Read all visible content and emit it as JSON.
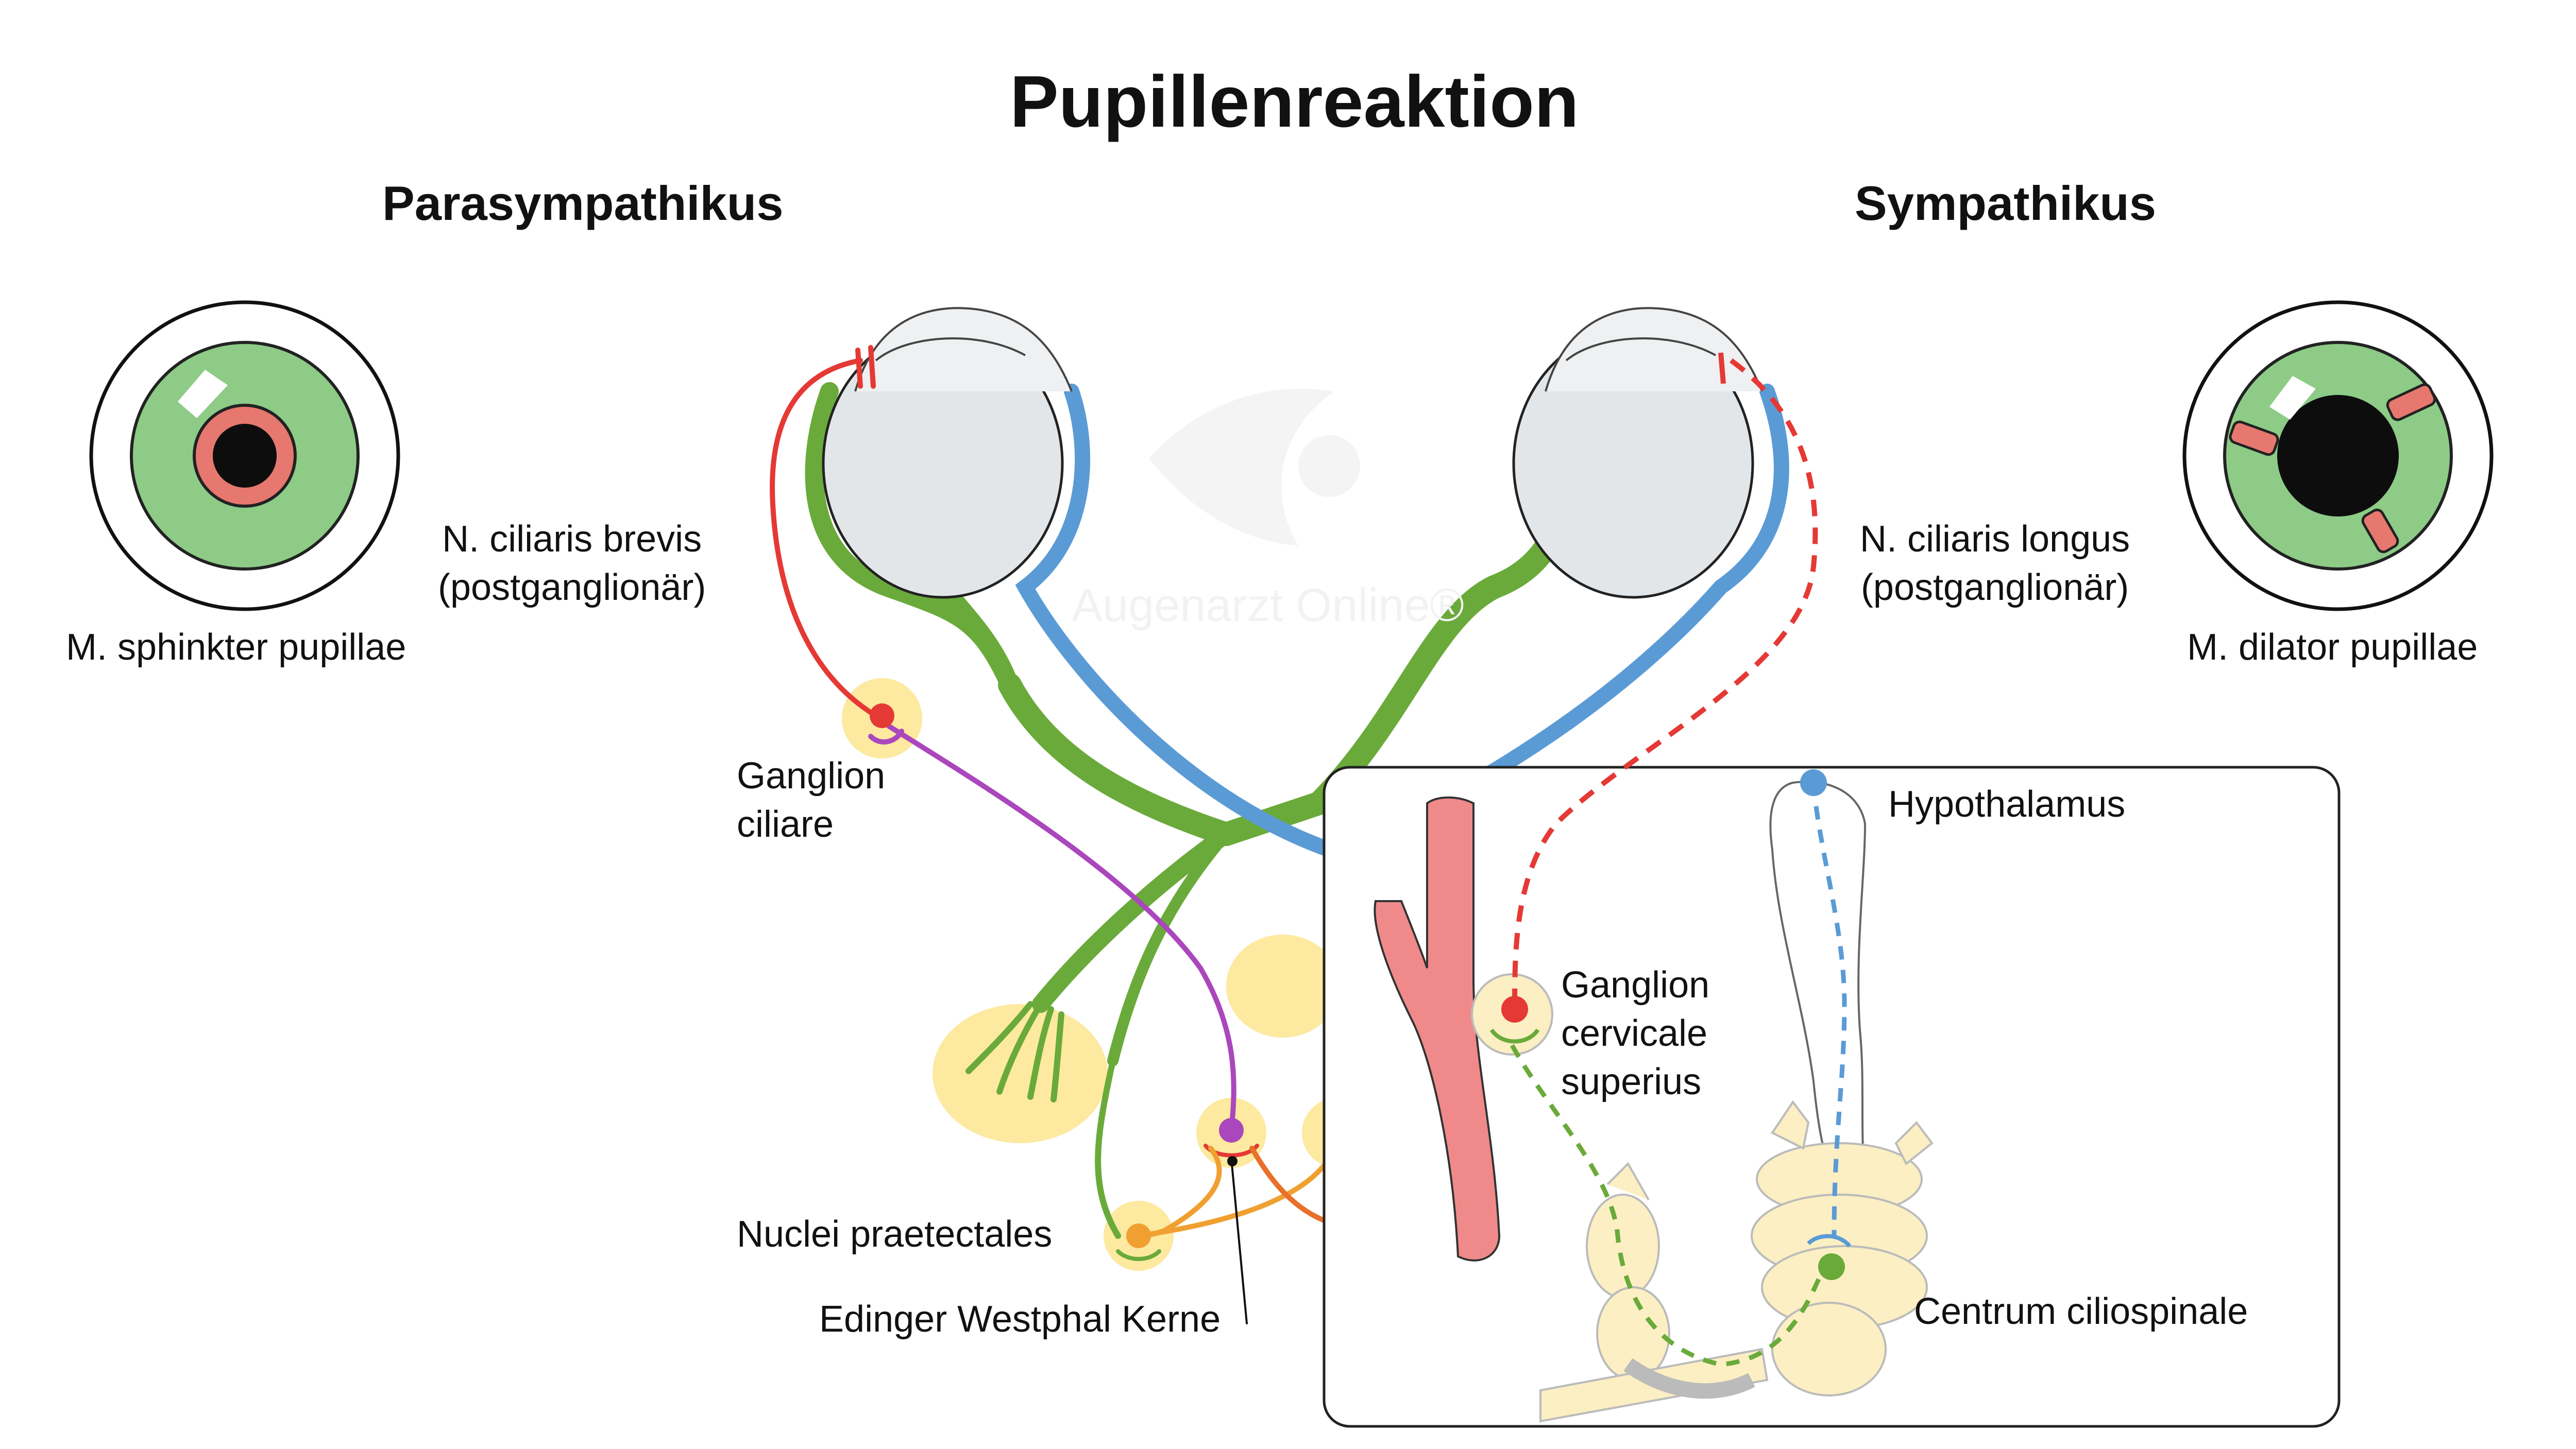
{
  "title": "Pupillenreaktion",
  "sections": {
    "left": "Parasympathikus",
    "right": "Sympathikus"
  },
  "labels": {
    "sphincter": "M. sphinkter pupillae",
    "dilator": "M. dilator pupillae",
    "ciliaris_brevis": [
      "N. ciliaris brevis",
      "(postganglionär)"
    ],
    "ciliaris_longus": [
      "N. ciliaris longus",
      "(postganglionär)"
    ],
    "ganglion_ciliare": [
      "Ganglion",
      "ciliare"
    ],
    "nuclei_praetectales": "Nuclei praetectales",
    "edinger_westphal": "Edinger Westphal Kerne",
    "hypothalamus": "Hypothalamus",
    "ganglion_cervicale": [
      "Ganglion",
      "cervicale",
      "superius"
    ],
    "centrum": "Centrum ciliospinale"
  },
  "watermark": "Augenarzt Online®",
  "colors": {
    "iris": "#8dcb87",
    "optic_nerve": "#6aaa3a",
    "optic_tract_blue": "#5b9bd5",
    "postganglionic_red": "#e53935",
    "preganglionic_purple": "#ab47bc",
    "orange": "#f0a030",
    "nucleus_yellow": "#fde9a0",
    "artery": "#f08a8a",
    "spinal": "#fbefc3",
    "sclera": "#e3e6e8"
  },
  "icons": {
    "eye_watermark": "eye-logo-icon"
  }
}
